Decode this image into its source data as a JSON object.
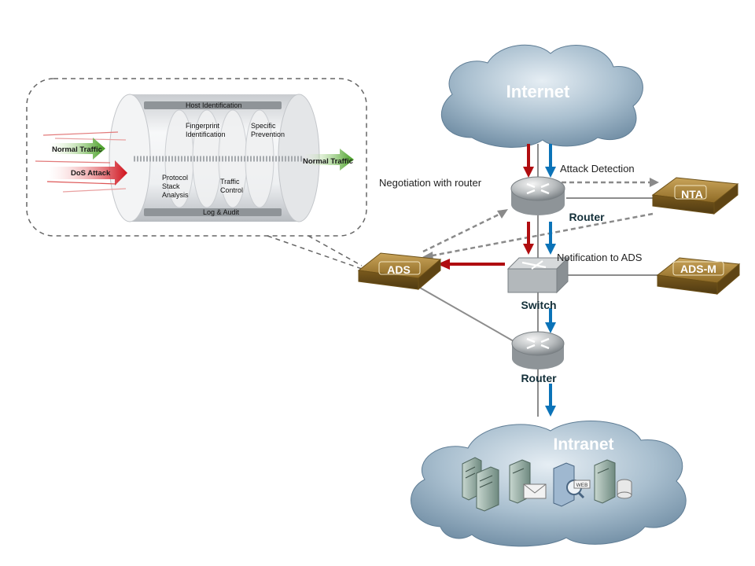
{
  "colors": {
    "attack_arrow": "#b00d10",
    "normal_arrow": "#0b73b8",
    "cloud_dark": "#7f9bb0",
    "cloud_light": "#dfe8ef",
    "device_gold": "#8a6a2a",
    "dashed": "#8a8a8a",
    "line": "#8c8c8c"
  },
  "clouds": {
    "internet": "Internet",
    "intranet": "Intranet"
  },
  "devices": {
    "router_top": "Router",
    "switch": "Switch",
    "router_bottom": "Router",
    "nta": "NTA",
    "ads": "ADS",
    "ads_m": "ADS-M"
  },
  "annotations": {
    "negotiation": "Negotiation with router",
    "attack_detection": "Attack Detection",
    "notification": "Notification to ADS"
  },
  "callout": {
    "normal_traffic_in": "Normal Traffic",
    "dos_attack": "DoS Attack",
    "normal_traffic_out": "Normal Traffic",
    "host_identification": "Host Identification",
    "fingerprint": [
      "Fingerprint",
      "Identification"
    ],
    "specific_prevention": [
      "Specific",
      "Prevention"
    ],
    "protocol_stack": [
      "Protocol",
      "Stack",
      "Analysis"
    ],
    "traffic_control": [
      "Traffic",
      "Control"
    ],
    "log_audit": "Log & Audit"
  },
  "intranet_icons": [
    "server-icon",
    "server-icon",
    "mail-server-icon",
    "web-server-icon",
    "database-server-icon"
  ]
}
